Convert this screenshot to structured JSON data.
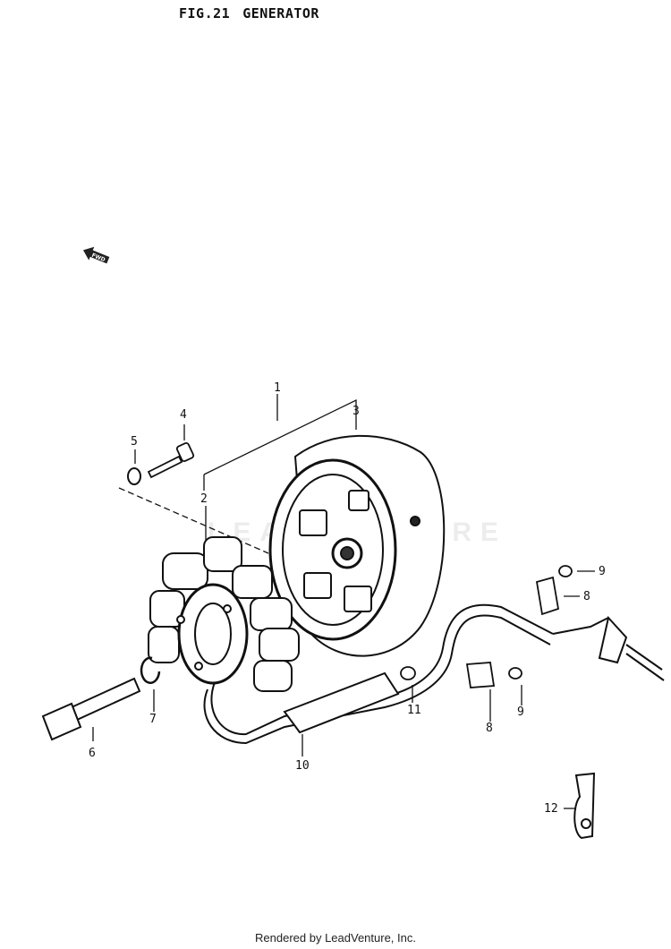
{
  "figure": {
    "number": "FIG.21",
    "name": "GENERATOR"
  },
  "direction_marker": "FWD",
  "callouts": [
    "1",
    "2",
    "3",
    "4",
    "5",
    "6",
    "7",
    "8",
    "9",
    "8",
    "9",
    "10",
    "11",
    "12"
  ],
  "watermark": "LEADVENTURE",
  "footer": "Rendered by LeadVenture, Inc."
}
